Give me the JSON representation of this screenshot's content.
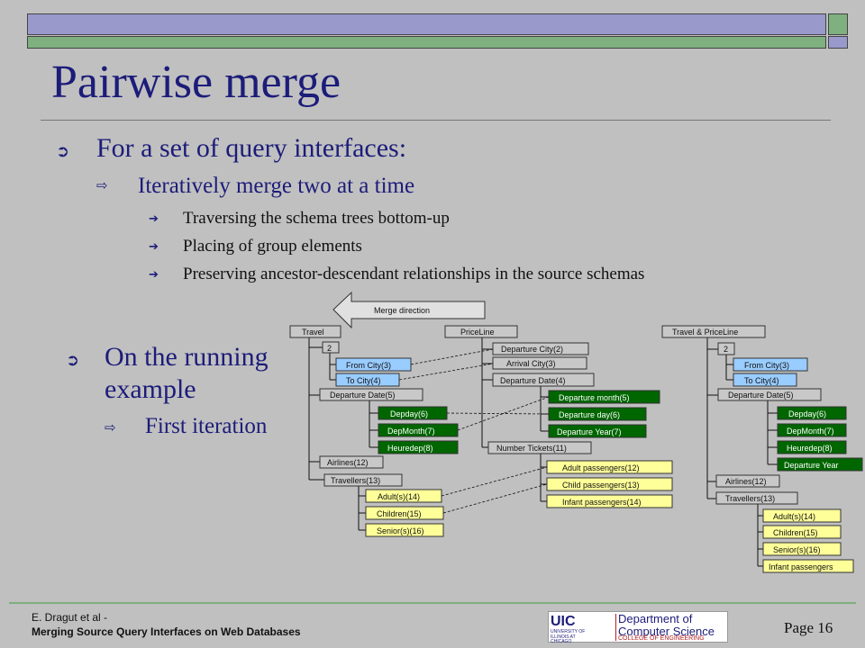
{
  "slide": {
    "title": "Pairwise merge",
    "bullets": {
      "l1": "For a set of query interfaces:",
      "l2": "Iteratively merge two at a time",
      "l3": [
        "Traversing the schema trees bottom-up",
        "Placing of group elements",
        "Preserving ancestor-descendant relationships in the source schemas"
      ],
      "running_l1_line1": "On the running",
      "running_l1_line2": "example",
      "running_l2": "First iteration"
    },
    "footer": {
      "author": "E. Dragut et al -",
      "paper": "Merging Source Query Interfaces on Web Databases",
      "page": "Page 16"
    },
    "logo": {
      "uic": "UIC",
      "univ": "UNIVERSITY OF ILLINOIS AT CHICAGO",
      "dept_line1": "Department of",
      "dept_line2": "Computer Science",
      "college": "COLLEGE OF ENGINEERING"
    }
  },
  "diagram": {
    "arrow_label": "Merge direction",
    "colors": {
      "gray": "#c8c8c8",
      "blue": "#99ccff",
      "green": "#006600",
      "yellow": "#ffff99"
    },
    "travel": {
      "root": "Travel",
      "group2": "2",
      "from_city": "From City(3)",
      "to_city": "To City(4)",
      "departure_date": "Departure Date(5)",
      "depday": "Depday(6)",
      "depmonth": "DepMonth(7)",
      "heuredep": "Heuredep(8)",
      "airlines": "Airlines(12)",
      "travellers": "Travellers(13)",
      "adults": "Adult(s)(14)",
      "children": "Children(15)",
      "seniors": "Senior(s)(16)"
    },
    "priceline": {
      "root": "PriceLine",
      "departure_city": "Departure City(2)",
      "arrival_city": "Arrival City(3)",
      "departure_date": "Departure Date(4)",
      "departure_month": "Departure month(5)",
      "departure_day": "Departure day(6)",
      "departure_year": "Departure Year(7)",
      "number_tickets": "Number Tickets(11)",
      "adult_passengers": "Adult passengers(12)",
      "child_passengers": "Child passengers(13)",
      "infant_passengers": "Infant passengers(14)"
    },
    "merged": {
      "root": "Travel & PriceLine",
      "group2": "2",
      "from_city": "From City(3)",
      "to_city": "To City(4)",
      "departure_date": "Departure Date(5)",
      "depday": "Depday(6)",
      "depmonth": "DepMonth(7)",
      "heuredep": "Heuredep(8)",
      "departure_year": "Departure Year",
      "airlines": "Airlines(12)",
      "travellers": "Travellers(13)",
      "adults": "Adult(s)(14)",
      "children": "Children(15)",
      "seniors": "Senior(s)(16)",
      "infant": "Infant passengers"
    }
  }
}
